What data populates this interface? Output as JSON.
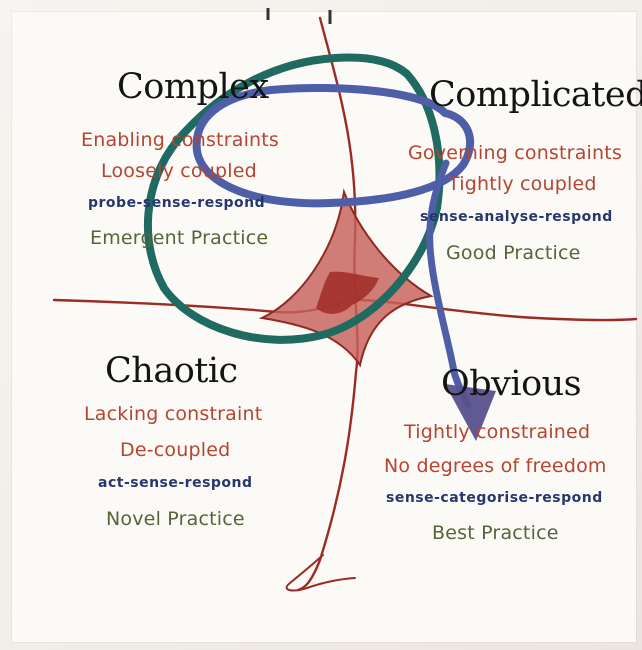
{
  "complex": {
    "title": "Complex",
    "line1": "Enabling constraints",
    "line2": "Loosely coupled",
    "method": "probe-sense-respond",
    "practice": "Emergent Practice"
  },
  "complicated": {
    "title": "Complicated",
    "line1": "Governing constraints",
    "line2": "Tightly coupled",
    "method": "sense-analyse-respond",
    "practice": "Good Practice"
  },
  "chaotic": {
    "title": "Chaotic",
    "line1": "Lacking constraint",
    "line2": "De-coupled",
    "method": "act-sense-respond",
    "practice": "Novel Practice"
  },
  "obvious": {
    "title": "Obvious",
    "line1": "Tightly constrained",
    "line2": "No degrees of freedom",
    "method": "sense-categorise-respond",
    "practice": "Best Practice"
  },
  "colors": {
    "boundary_lines": "#9b2b25",
    "disorder_fill": "#b94a43",
    "green_loop": "#1f6b61",
    "blue_arrow": "#4f5fa7",
    "red_text": "#b6442f",
    "blue_text": "#27376d",
    "green_text": "#56643a"
  }
}
